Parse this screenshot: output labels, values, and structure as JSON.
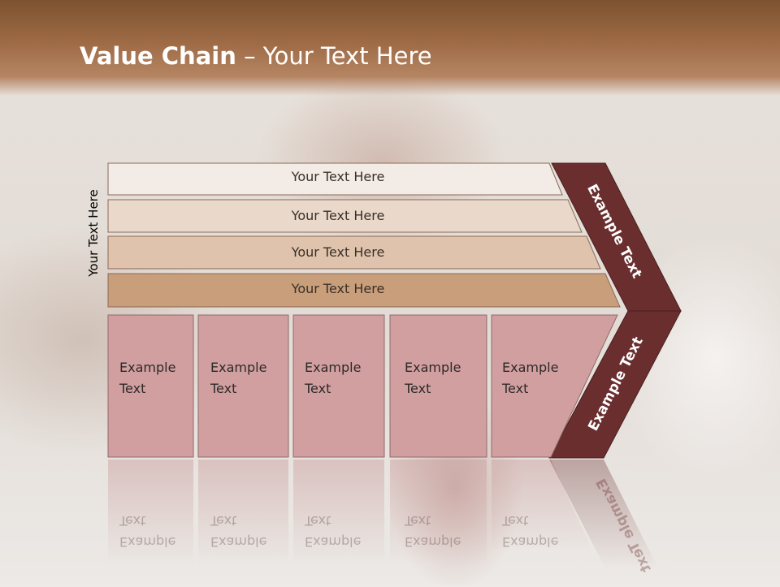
{
  "slide": {
    "title_bold": "Value Chain",
    "title_rest": " – Your Text Here",
    "side_label": "Your Text Here"
  },
  "rows": [
    {
      "label": "Your Text Here",
      "color": "#f3ebe6"
    },
    {
      "label": "Your Text Here",
      "color": "#ead8cb"
    },
    {
      "label": "Your Text Here",
      "color": "#dfc3ad"
    },
    {
      "label": "Your Text Here",
      "color": "#c99e7a"
    }
  ],
  "boxes": [
    {
      "line1": "Example",
      "line2": "Text"
    },
    {
      "line1": "Example",
      "line2": "Text"
    },
    {
      "line1": "Example",
      "line2": "Text"
    },
    {
      "line1": "Example",
      "line2": "Text"
    },
    {
      "line1": "Example",
      "line2": "Text"
    }
  ],
  "chevron": {
    "upper_label": "Example Text",
    "lower_label": "Example Text",
    "color": "#6a2e2e"
  },
  "colors": {
    "box_fill": "#d29fa0",
    "title_bar": "#9e6b45"
  }
}
